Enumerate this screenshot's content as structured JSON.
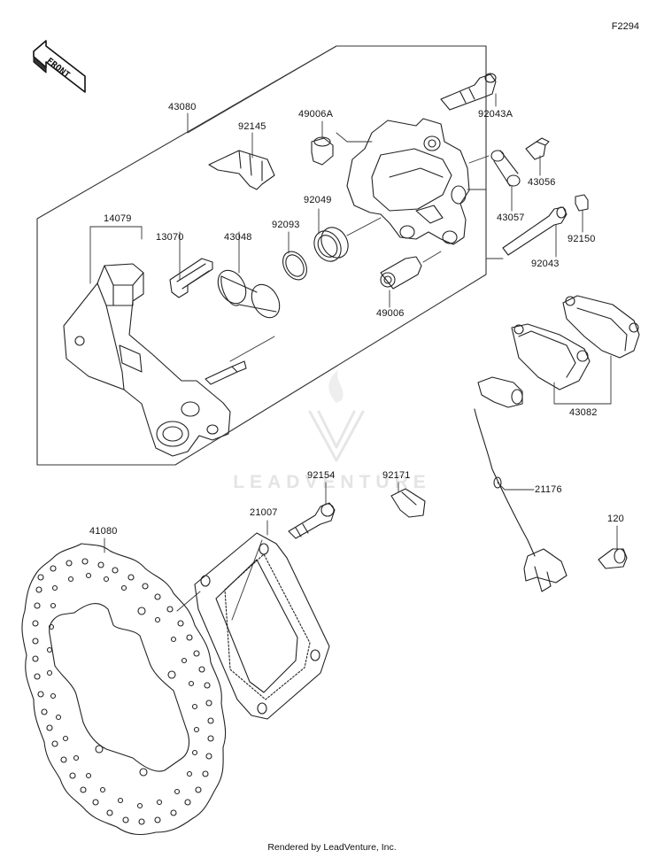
{
  "diagram_code": "F2294",
  "front_label": "FRONT",
  "watermark": "LEADVENTURE",
  "footer": "Rendered by LeadVenture, Inc.",
  "parts": [
    {
      "id": "p43080",
      "label": "43080"
    },
    {
      "id": "p92145",
      "label": "92145"
    },
    {
      "id": "p49006A",
      "label": "49006A"
    },
    {
      "id": "p92043A",
      "label": "92043A"
    },
    {
      "id": "p43056",
      "label": "43056"
    },
    {
      "id": "p43057",
      "label": "43057"
    },
    {
      "id": "p92150",
      "label": "92150"
    },
    {
      "id": "p92043",
      "label": "92043"
    },
    {
      "id": "p14079",
      "label": "14079"
    },
    {
      "id": "p13070",
      "label": "13070"
    },
    {
      "id": "p43048",
      "label": "43048"
    },
    {
      "id": "p92093",
      "label": "92093"
    },
    {
      "id": "p92049",
      "label": "92049"
    },
    {
      "id": "p49006",
      "label": "49006"
    },
    {
      "id": "p43082",
      "label": "43082"
    },
    {
      "id": "p92154",
      "label": "92154"
    },
    {
      "id": "p92171",
      "label": "92171"
    },
    {
      "id": "p21007",
      "label": "21007"
    },
    {
      "id": "p21176",
      "label": "21176"
    },
    {
      "id": "p41080",
      "label": "41080"
    },
    {
      "id": "p120",
      "label": "120"
    }
  ]
}
